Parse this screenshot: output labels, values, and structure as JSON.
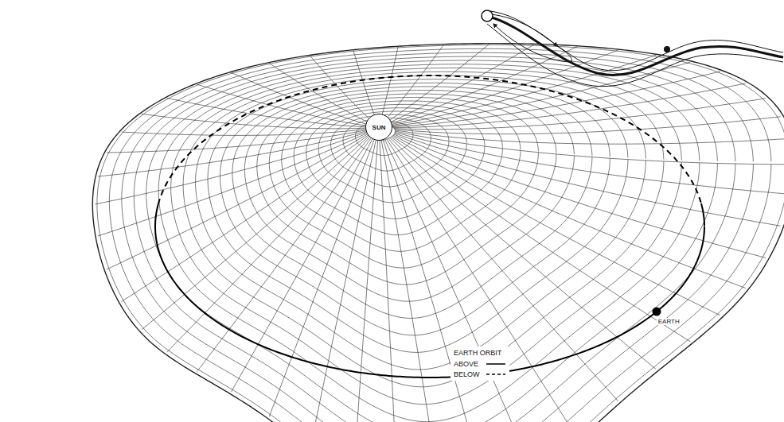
{
  "diagram": {
    "nodes": [
      {
        "text": [
          "SUN"
        ]
      },
      {
        "text": [
          "EARTH"
        ]
      }
    ],
    "labels": [
      "EARTH ORBIT"
    ],
    "legend": [
      {
        "text": "ABOVE"
      },
      {
        "text": "BELOW"
      }
    ]
  }
}
